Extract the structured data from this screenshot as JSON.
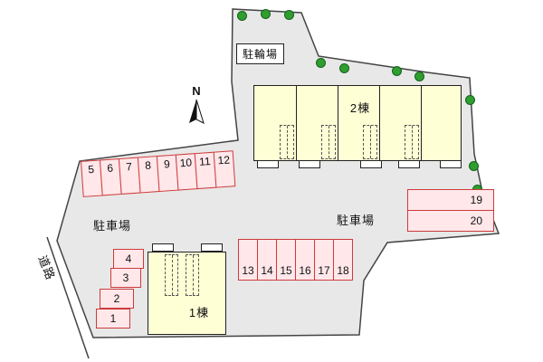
{
  "labels": {
    "bicycle_parking": "駐輪場",
    "parking_lot_left": "駐車場",
    "parking_lot_right": "駐車場",
    "road": "道路",
    "compass_north": "N"
  },
  "buildings": {
    "building1": {
      "label": "1棟"
    },
    "building2": {
      "label": "2棟"
    }
  },
  "parking": {
    "top_row": [
      "5",
      "6",
      "7",
      "8",
      "9",
      "10",
      "11",
      "12"
    ],
    "bottom_row": [
      "13",
      "14",
      "15",
      "16",
      "17",
      "18"
    ],
    "left_stack": [
      "4",
      "3",
      "2",
      "1"
    ],
    "right_stack": [
      "19",
      "20"
    ]
  },
  "icons": {
    "tree": "green-circle-shrub",
    "north_arrow": "compass-needle"
  },
  "colors": {
    "site_fill": "#e8e8e8",
    "site_outline": "#444444",
    "building_fill": "#ffffd6",
    "stall_border": "#cc3b3b",
    "stall_fill": "#ffe7ea",
    "tree_green": "#2f9e2f"
  }
}
